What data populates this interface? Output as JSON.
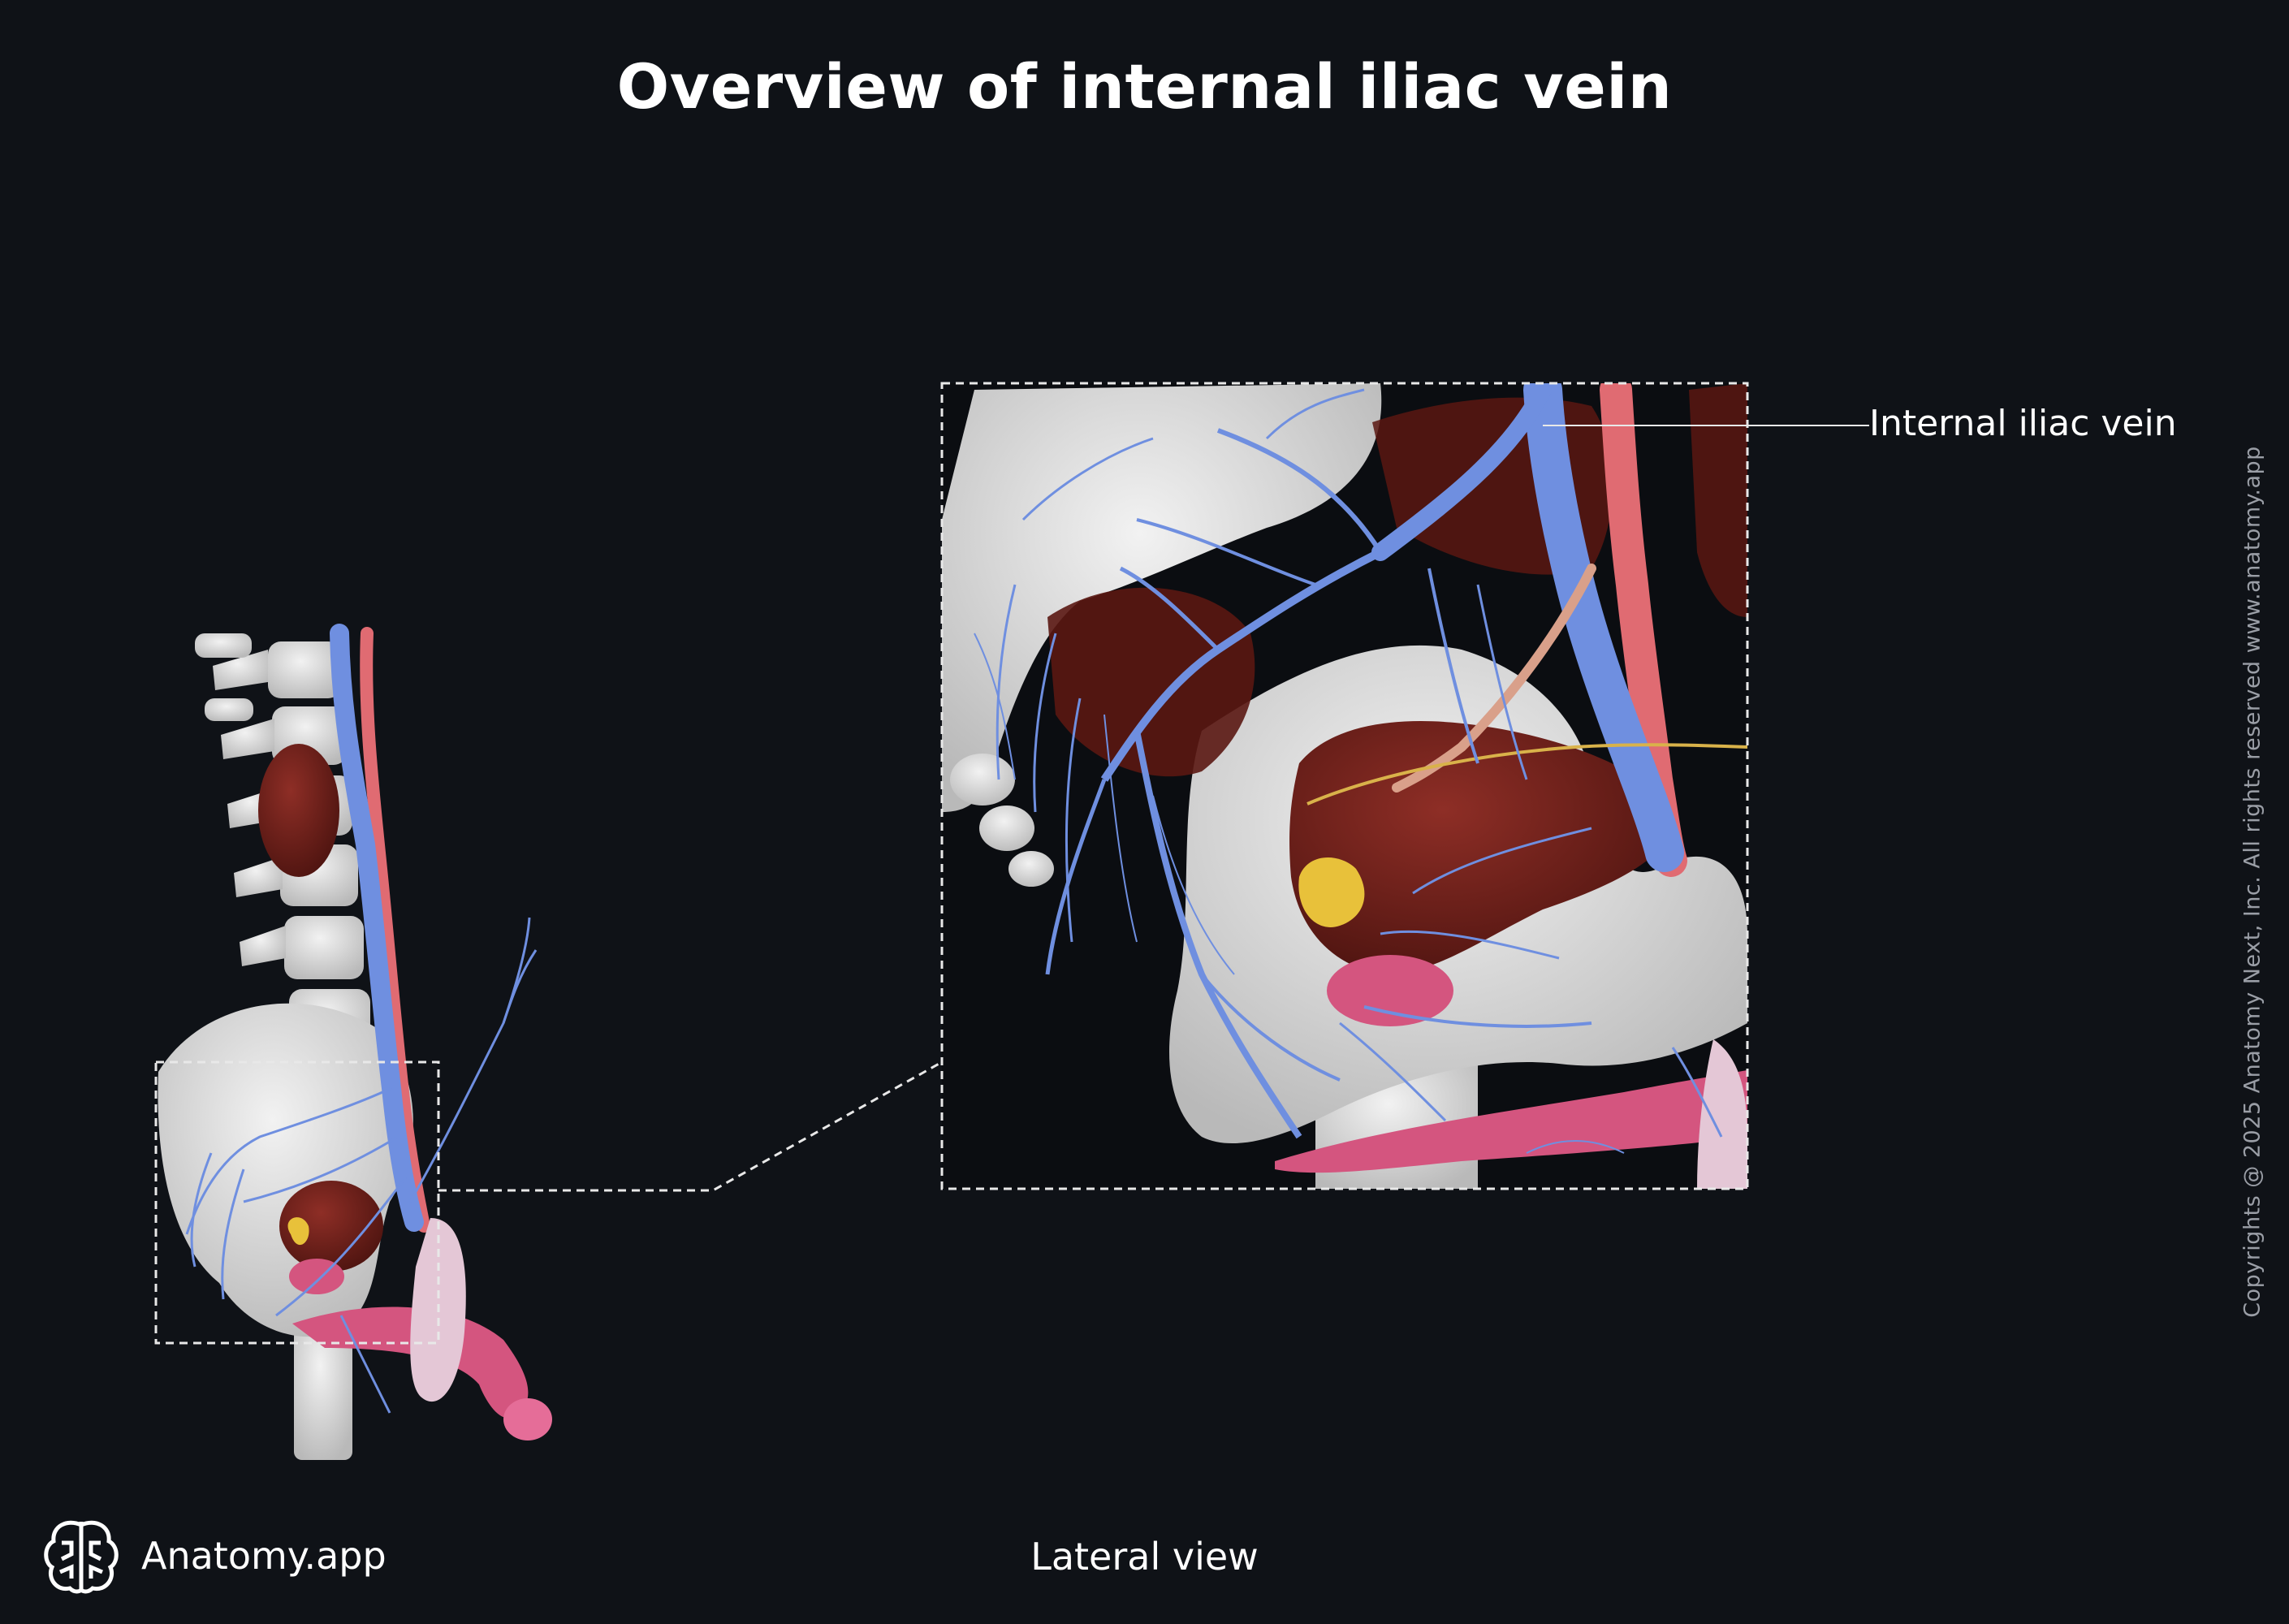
{
  "title": "Overview of internal iliac vein",
  "labels": {
    "internal_iliac_vein": "Internal iliac vein"
  },
  "caption": "Lateral view",
  "brand": {
    "logo_icon": "brain-logo-icon",
    "name": "Anatomy.app"
  },
  "copyright": "Copyrights @ 2025 Anatomy Next, Inc. All rights reserved www.anatomy.app",
  "colors": {
    "background": "#0f1217",
    "bone": "#d9d9d9",
    "vein": "#6f8fe0",
    "artery": "#e06b72",
    "organ": "#6b1e1a",
    "gland": "#e8c13a",
    "penis": "#d4557f",
    "scrotum": "#e4c7d6"
  }
}
